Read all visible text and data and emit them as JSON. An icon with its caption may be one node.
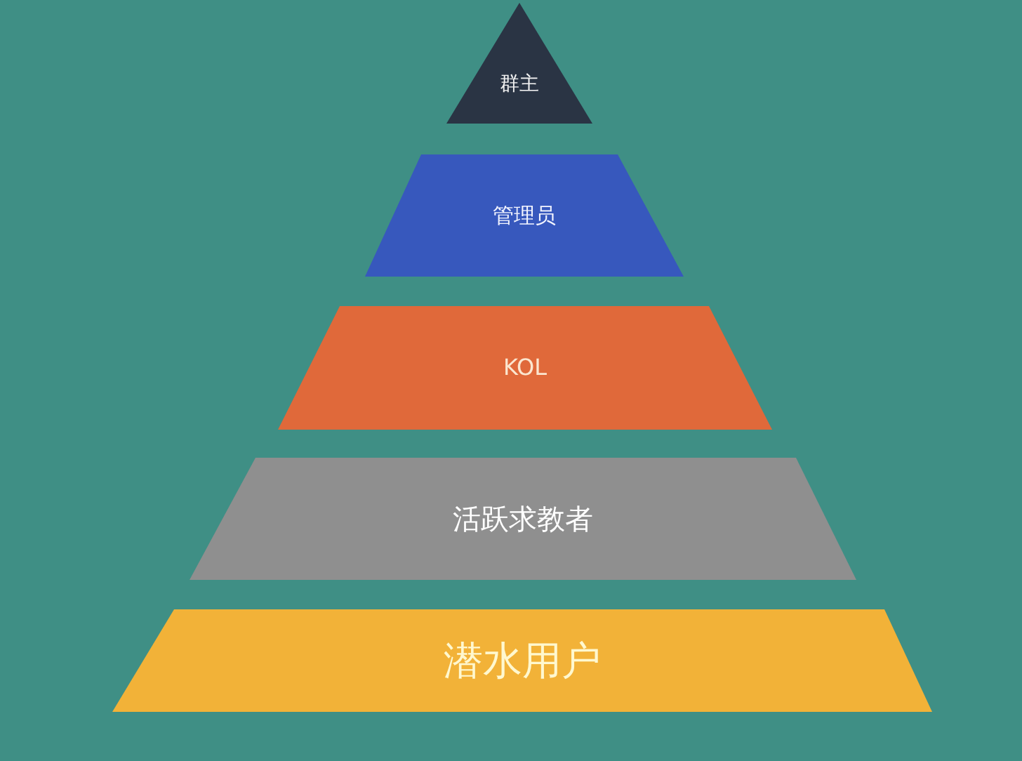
{
  "diagram": {
    "nodes": [
      {
        "text": [
          "群主"
        ]
      },
      {
        "text": [
          "管理员"
        ]
      },
      {
        "text": [
          "KOL"
        ]
      },
      {
        "text": [
          "活跃求教者"
        ]
      },
      {
        "text": [
          "潜水用户"
        ]
      }
    ]
  }
}
